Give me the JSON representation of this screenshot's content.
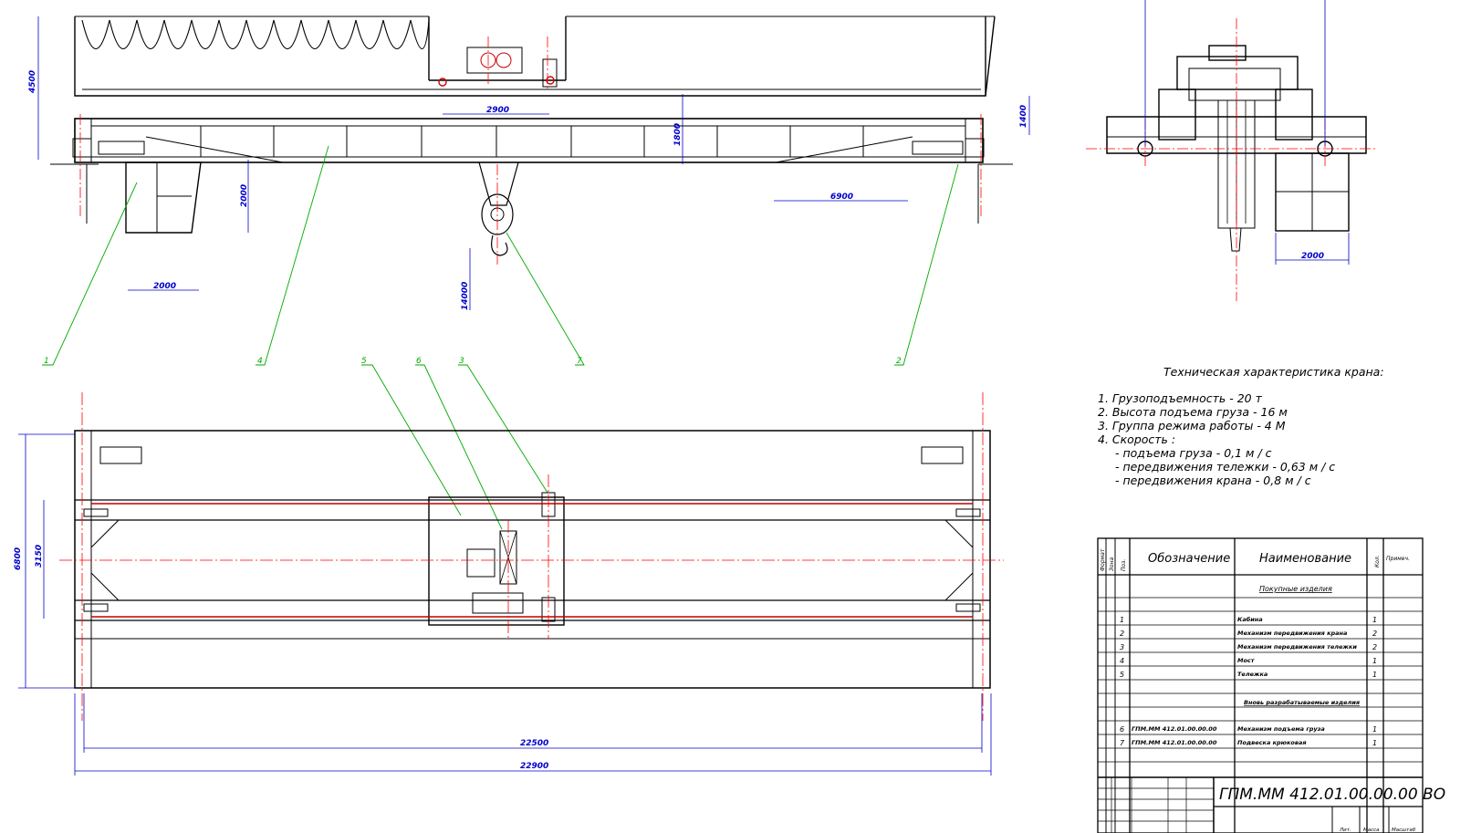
{
  "dimensions": {
    "d4500": "4500",
    "d2900": "2900",
    "d1800": "1800",
    "d1400": "1400",
    "d6900": "6900",
    "d2000v": "2000",
    "d2000h": "2000",
    "d14000": "14000",
    "d2000side": "2000",
    "d6800": "6800",
    "d3150": "3150",
    "d22500": "22500",
    "d22900": "22900"
  },
  "leaders": {
    "l1": "1",
    "l4": "4",
    "l7": "7",
    "l2": "2",
    "l5": "5",
    "l6": "6",
    "l3": "3"
  },
  "specs": {
    "title": "Техническая характеристика крана:",
    "lines": [
      "1. Грузоподъемность - 20 т",
      "2. Высота подъема груза - 16 м",
      "3. Группа режима работы - 4 М",
      "4. Скорость :",
      "- подъема груза - 0,1 м / с",
      "- передвижения тележки - 0,63 м / с",
      "- передвижения крана - 0,8 м / с"
    ]
  },
  "spec_table": {
    "headers": {
      "format": "Формат",
      "zone": "Зона",
      "pos": "Поз.",
      "designation": "Обозначение",
      "name": "Наименование",
      "qty": "Кол.",
      "note": "Примеч."
    },
    "section_purchased": "Покупные изделия",
    "section_developed": "Вновь разрабатываемые изделия",
    "rows": [
      {
        "pos": "1",
        "designation": "",
        "name": "Кабина",
        "qty": "1"
      },
      {
        "pos": "2",
        "designation": "",
        "name": "Механизм передвижения крана",
        "qty": "2"
      },
      {
        "pos": "3",
        "designation": "",
        "name": "Механизм передвижения тележки",
        "qty": "2"
      },
      {
        "pos": "4",
        "designation": "",
        "name": "Мост",
        "qty": "1"
      },
      {
        "pos": "5",
        "designation": "",
        "name": "Тележка",
        "qty": "1"
      },
      {
        "pos": "6",
        "designation": "ГПМ.ММ 412.01.00.00.00",
        "name": "Механизм подъема груза",
        "qty": "1"
      },
      {
        "pos": "7",
        "designation": "ГПМ.ММ 412.01.00.00.00",
        "name": "Подвеска крюковая",
        "qty": "1"
      }
    ]
  },
  "title_block": {
    "code": "ГПМ.ММ 412.01.00.00.00  ВО",
    "lit": "Лит.",
    "mass": "Масса",
    "scale": "Масштаб"
  },
  "colors": {
    "outline": "#000000",
    "dimension": "#0000cc",
    "leader": "#00aa00",
    "centerline": "#ff0000"
  }
}
